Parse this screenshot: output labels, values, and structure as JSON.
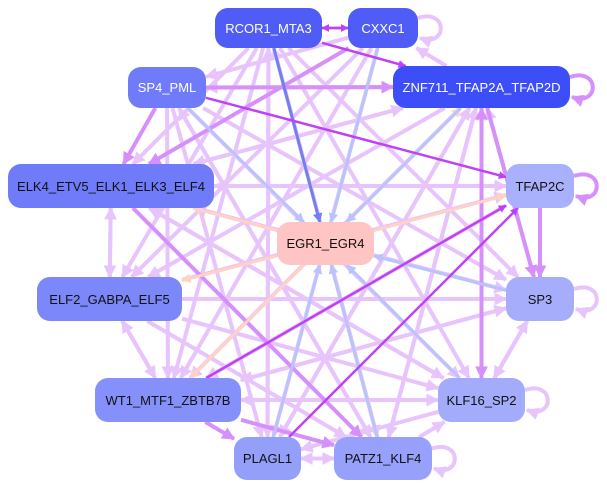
{
  "nodes": [
    {
      "id": "RCOR1_MTA3",
      "label": "RCOR1_MTA3",
      "color": "#4f5cf6",
      "dark": true
    },
    {
      "id": "CXXC1",
      "label": "CXXC1",
      "color": "#4f5cf6",
      "dark": true
    },
    {
      "id": "SP4_PML",
      "label": "SP4_PML",
      "color": "#6f7bf8",
      "dark": true
    },
    {
      "id": "ZNF711",
      "label": "ZNF711_TFAP2A_TFAP2D",
      "color": "#3b4ef8",
      "dark": true
    },
    {
      "id": "ELK4",
      "label": "ELK4_ETV5_ELK1_ELK3_ELF4",
      "color": "#6f7bf8",
      "dark": false
    },
    {
      "id": "TFAP2C",
      "label": "TFAP2C",
      "color": "#aab1fc",
      "dark": false
    },
    {
      "id": "EGR1",
      "label": "EGR1_EGR4",
      "color": "#ffc4c4",
      "dark": false
    },
    {
      "id": "ELF2",
      "label": "ELF2_GABPA_ELF5",
      "color": "#7c87f9",
      "dark": false
    },
    {
      "id": "SP3",
      "label": "SP3",
      "color": "#a6aefb",
      "dark": false
    },
    {
      "id": "WT1",
      "label": "WT1_MTF1_ZBTB7B",
      "color": "#8590fa",
      "dark": false
    },
    {
      "id": "KLF16",
      "label": "KLF16_SP2",
      "color": "#a3abfb",
      "dark": false
    },
    {
      "id": "PLAGL1",
      "label": "PLAGL1",
      "color": "#949ffa",
      "dark": false
    },
    {
      "id": "PATZ1",
      "label": "PATZ1_KLF4",
      "color": "#97a1fb",
      "dark": false
    }
  ],
  "edge_colors": {
    "light": "#e8c4fc",
    "medium": "#d690fc",
    "strong": "#c040f5",
    "blue": "#b9c3fc",
    "darkblue": "#6f80f0",
    "peach": "#ffd2c4"
  },
  "edges": [
    [
      "RCOR1_MTA3",
      "CXXC1",
      "strong"
    ],
    [
      "CXXC1",
      "RCOR1_MTA3",
      "strong"
    ],
    [
      "CXXC1",
      "CXXC1",
      "light"
    ],
    [
      "ZNF711",
      "ZNF711",
      "medium"
    ],
    [
      "TFAP2C",
      "TFAP2C",
      "medium"
    ],
    [
      "SP3",
      "SP3",
      "light"
    ],
    [
      "KLF16",
      "KLF16",
      "light"
    ],
    [
      "PATZ1",
      "PATZ1",
      "light"
    ],
    [
      "PLAGL1",
      "PATZ1",
      "light"
    ],
    [
      "PATZ1",
      "PLAGL1",
      "light"
    ],
    [
      "RCOR1_MTA3",
      "EGR1",
      "darkblue"
    ],
    [
      "CXXC1",
      "EGR1",
      "blue"
    ],
    [
      "SP3",
      "EGR1",
      "blue"
    ],
    [
      "KLF16",
      "EGR1",
      "blue"
    ],
    [
      "PLAGL1",
      "EGR1",
      "blue"
    ],
    [
      "PATZ1",
      "EGR1",
      "blue"
    ],
    [
      "SP4_PML",
      "EGR1",
      "blue"
    ],
    [
      "ZNF711",
      "EGR1",
      "blue"
    ],
    [
      "EGR1",
      "ELK4",
      "peach"
    ],
    [
      "EGR1",
      "ELF2",
      "peach"
    ],
    [
      "EGR1",
      "WT1",
      "peach"
    ],
    [
      "EGR1",
      "TFAP2C",
      "peach"
    ],
    [
      "EGR1",
      "ZNF711",
      "peach"
    ],
    [
      "SP4_PML",
      "TFAP2C",
      "strong"
    ],
    [
      "SP4_PML",
      "ZNF711",
      "medium"
    ],
    [
      "SP4_PML",
      "ELK4",
      "medium"
    ],
    [
      "SP4_PML",
      "KLF16",
      "light"
    ],
    [
      "SP4_PML",
      "SP3",
      "light"
    ],
    [
      "SP4_PML",
      "PATZ1",
      "light"
    ],
    [
      "SP4_PML",
      "PLAGL1",
      "light"
    ],
    [
      "SP4_PML",
      "WT1",
      "light"
    ],
    [
      "RCOR1_MTA3",
      "ZNF711",
      "strong"
    ],
    [
      "RCOR1_MTA3",
      "SP3",
      "light"
    ],
    [
      "RCOR1_MTA3",
      "KLF16",
      "light"
    ],
    [
      "RCOR1_MTA3",
      "PATZ1",
      "light"
    ],
    [
      "RCOR1_MTA3",
      "PLAGL1",
      "light"
    ],
    [
      "RCOR1_MTA3",
      "WT1",
      "light"
    ],
    [
      "RCOR1_MTA3",
      "ELF2",
      "light"
    ],
    [
      "RCOR1_MTA3",
      "ELK4",
      "light"
    ],
    [
      "CXXC1",
      "WT1",
      "light"
    ],
    [
      "CXXC1",
      "ELF2",
      "light"
    ],
    [
      "CXXC1",
      "ELK4",
      "medium"
    ],
    [
      "CXXC1",
      "PLAGL1",
      "light"
    ],
    [
      "CXXC1",
      "SP4_PML",
      "light"
    ],
    [
      "ZNF711",
      "ELK4",
      "light"
    ],
    [
      "ZNF711",
      "ELF2",
      "light"
    ],
    [
      "ZNF711",
      "WT1",
      "light"
    ],
    [
      "ZNF711",
      "PLAGL1",
      "light"
    ],
    [
      "ZNF711",
      "PATZ1",
      "light"
    ],
    [
      "ZNF711",
      "KLF16",
      "medium"
    ],
    [
      "ZNF711",
      "SP3",
      "medium"
    ],
    [
      "ZNF711",
      "SP4_PML",
      "light"
    ],
    [
      "ZNF711",
      "CXXC1",
      "light"
    ],
    [
      "ELK4",
      "TFAP2C",
      "light"
    ],
    [
      "ELK4",
      "SP3",
      "light"
    ],
    [
      "ELK4",
      "KLF16",
      "light"
    ],
    [
      "ELK4",
      "PATZ1",
      "medium"
    ],
    [
      "ELK4",
      "ELF2",
      "light"
    ],
    [
      "ELF2",
      "ELK4",
      "light"
    ],
    [
      "ELF2",
      "SP3",
      "light"
    ],
    [
      "ELF2",
      "TFAP2C",
      "light"
    ],
    [
      "ELF2",
      "KLF16",
      "light"
    ],
    [
      "ELF2",
      "PATZ1",
      "light"
    ],
    [
      "ELF2",
      "WT1",
      "light"
    ],
    [
      "WT1",
      "ELF2",
      "light"
    ],
    [
      "WT1",
      "KLF16",
      "light"
    ],
    [
      "WT1",
      "TFAP2C",
      "strong"
    ],
    [
      "WT1",
      "SP3",
      "light"
    ],
    [
      "WT1",
      "PLAGL1",
      "medium"
    ],
    [
      "WT1",
      "PATZ1",
      "medium"
    ],
    [
      "KLF16",
      "WT1",
      "light"
    ],
    [
      "KLF16",
      "PLAGL1",
      "light"
    ],
    [
      "KLF16",
      "SP3",
      "light"
    ],
    [
      "SP3",
      "KLF16",
      "light"
    ],
    [
      "TFAP2C",
      "SP3",
      "medium"
    ],
    [
      "PATZ1",
      "KLF16",
      "light"
    ],
    [
      "PLAGL1",
      "TFAP2C",
      "strong"
    ],
    [
      "PLAGL1",
      "ZNF711",
      "light"
    ],
    [
      "PATZ1",
      "ZNF711",
      "light"
    ],
    [
      "PATZ1",
      "RCOR1_MTA3",
      "light"
    ],
    [
      "PLAGL1",
      "RCOR1_MTA3",
      "light"
    ],
    [
      "TFAP2C",
      "ELK4",
      "light"
    ],
    [
      "SP3",
      "ELK4",
      "light"
    ],
    [
      "KLF16",
      "ELK4",
      "light"
    ],
    [
      "PATZ1",
      "SP4_PML",
      "light"
    ],
    [
      "TFAP2C",
      "WT1",
      "light"
    ],
    [
      "SP3",
      "WT1",
      "light"
    ],
    [
      "KLF16",
      "ZNF711",
      "medium"
    ],
    [
      "SP3",
      "ZNF711",
      "light"
    ],
    [
      "ELK4",
      "ZNF711",
      "light"
    ]
  ]
}
